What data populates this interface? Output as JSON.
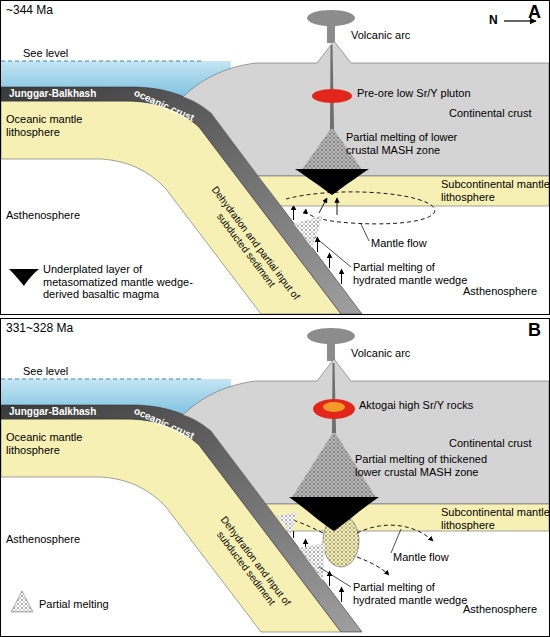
{
  "diagram": {
    "nodes": [
      {
        "text": [
          "~344 Ma",
          "A"
        ]
      },
      {
        "text": [
          "331~328 Ma",
          "B"
        ]
      }
    ],
    "labels": [
      "N",
      "Volcanic arc",
      "See level",
      "Junggar-Balkhash",
      "oceanic crust",
      "Pre-ore low Sr/Y pluton",
      "Continental crust",
      "Oceanic mantle lithosphere",
      "Partial melting of lower crustal MASH zone",
      "Subcontinental mantle lithosphere",
      "Mantle flow",
      "Asthenosphere",
      "Dehydration and partial input of subducted sediment",
      "Partial melting of hydrated mantle wedge",
      "Asthenosphere",
      "Volcanic arc",
      "See level",
      "Junggar-Balkhash",
      "oceanic crust",
      "Aktogai high Sr/Y rocks",
      "Continental crust",
      "Oceanic mantle lithosphere",
      "Partial melting of thickened lower crustal MASH zone",
      "Subcontinental mantle lithosphere",
      "Mantle flow",
      "Asthenosphere",
      "Dehydration and input of subducted sediment",
      "Partial melting of hydrated mantle wedge",
      "Asthenosphere"
    ],
    "legend": [
      {
        "text": "Underplated layer of metasomatized mantle wedge-derived basaltic magma"
      },
      {
        "text": "Partial melting"
      }
    ]
  }
}
